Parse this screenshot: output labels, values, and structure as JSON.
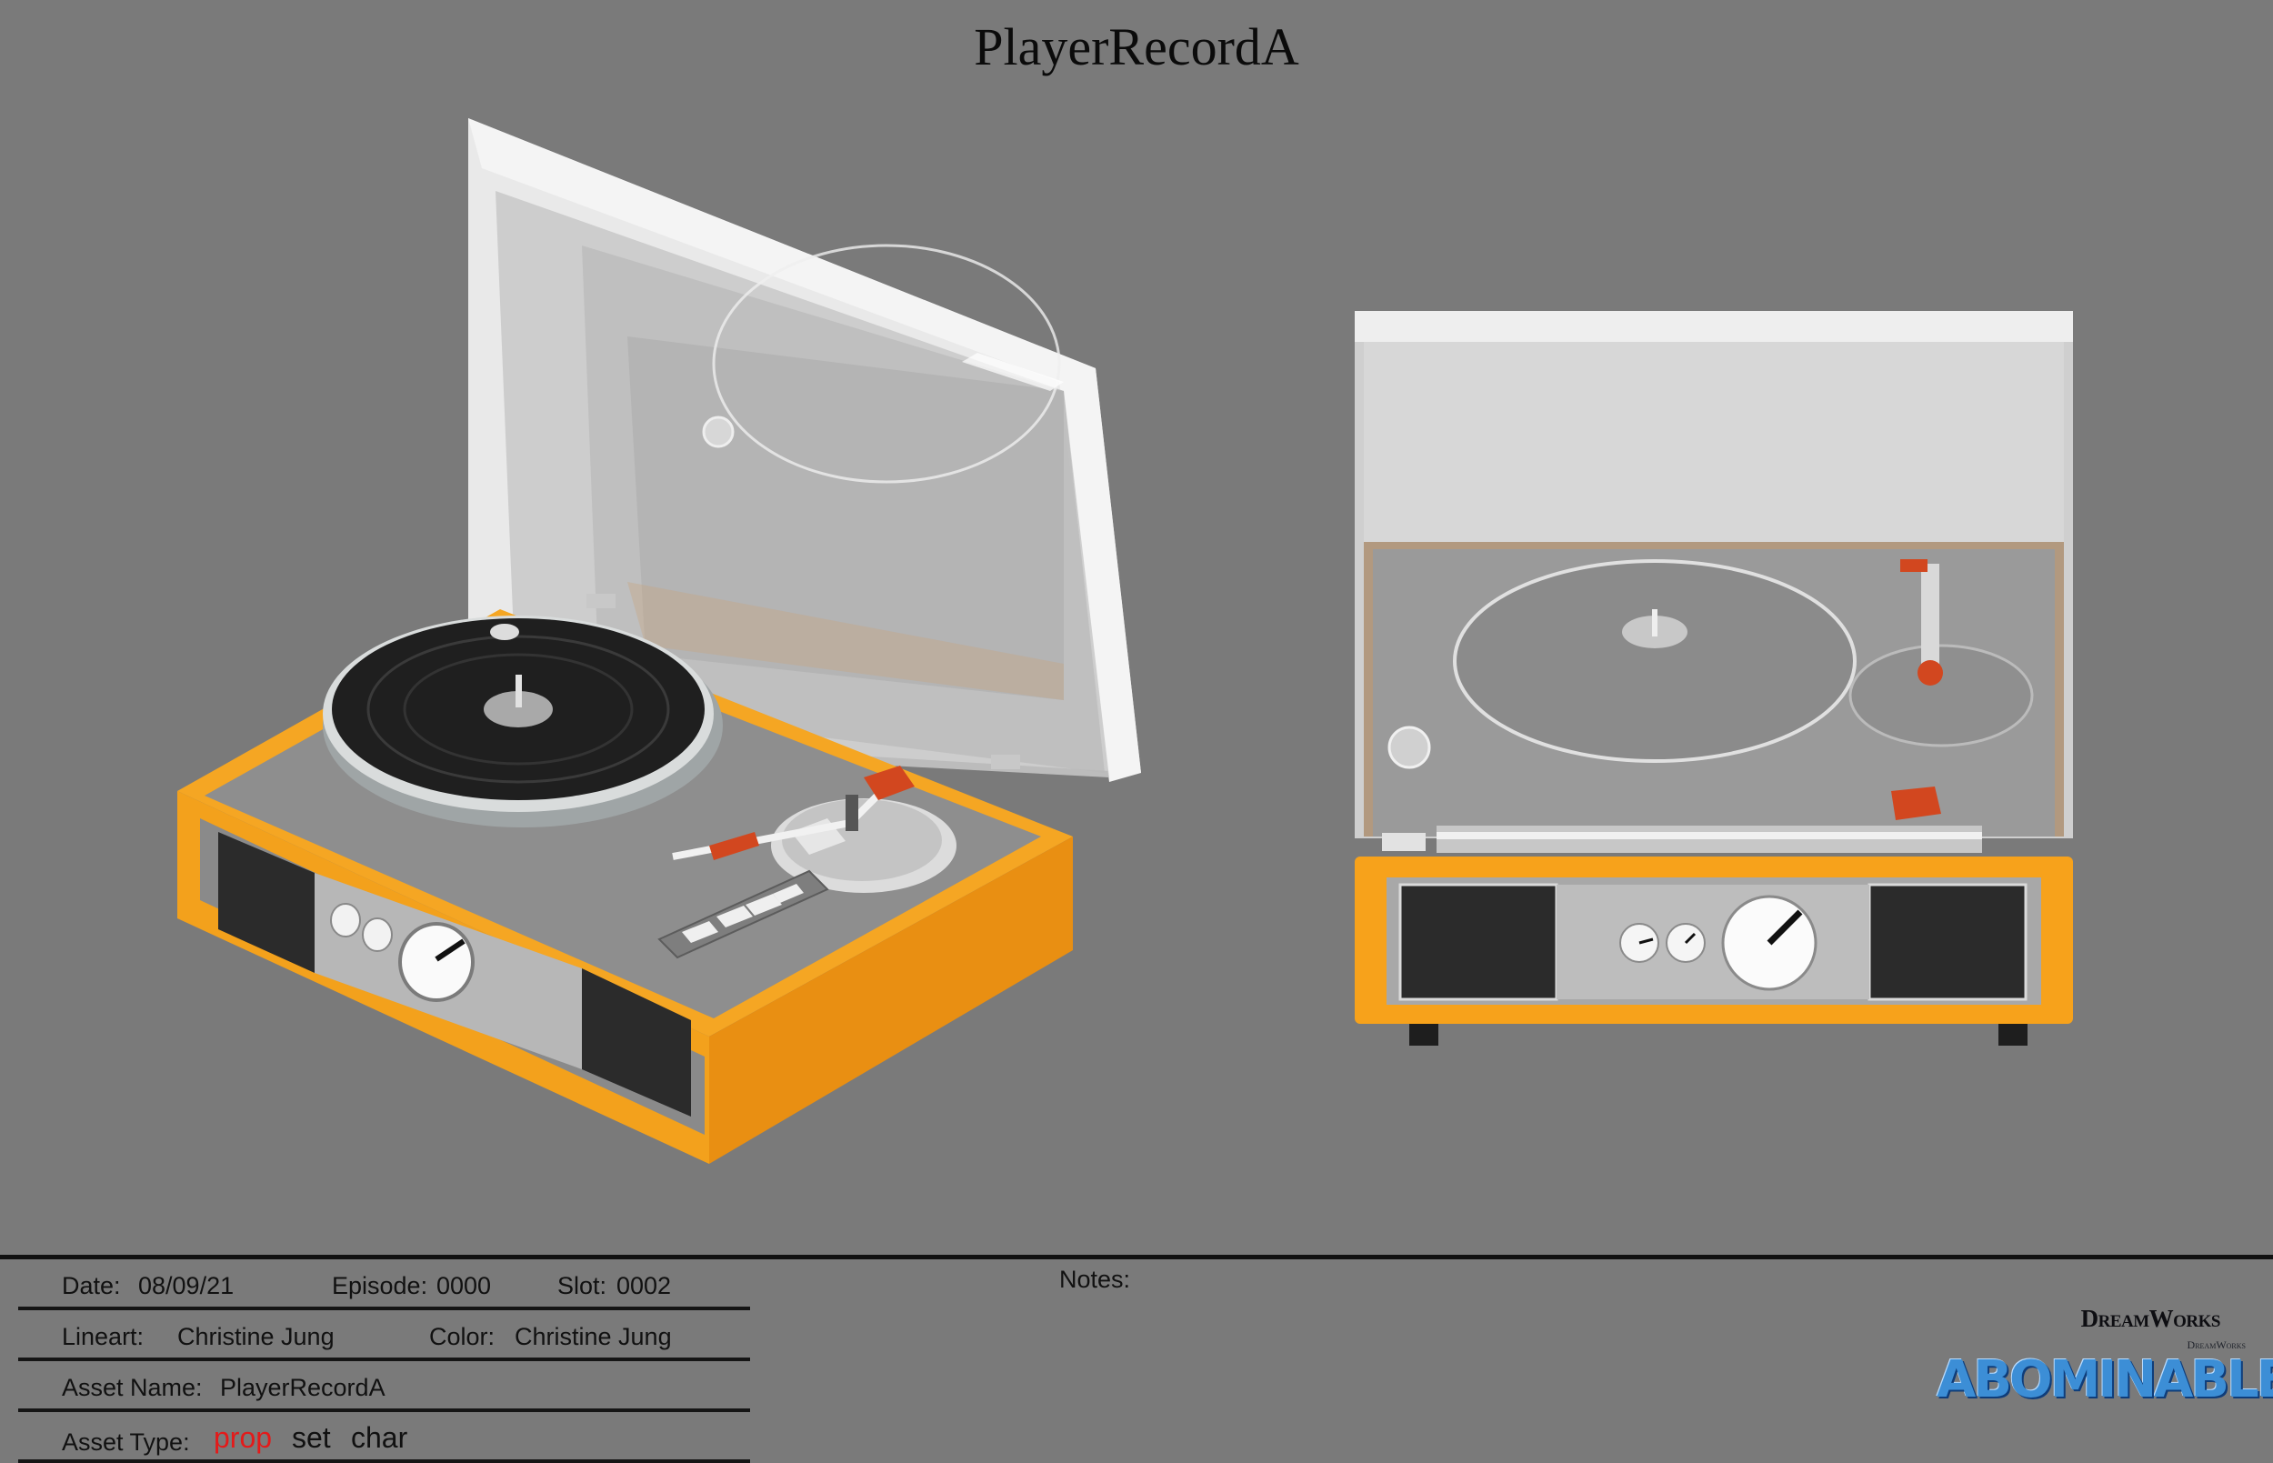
{
  "sheet": {
    "title": "PlayerRecordA",
    "views": [
      "three-quarter perspective view",
      "front view"
    ]
  },
  "info": {
    "date_label": "Date:",
    "date": "08/09/21",
    "episode_label": "Episode:",
    "episode": "0000",
    "slot_label": "Slot:",
    "slot": "0002",
    "lineart_label": "Lineart:",
    "lineart": "Christine Jung",
    "color_label": "Color:",
    "color": "Christine Jung",
    "asset_name_label": "Asset Name:",
    "asset_name": "PlayerRecordA",
    "asset_type_label": "Asset Type:",
    "asset_types": [
      "prop",
      "set",
      "char"
    ],
    "selected_type": "prop"
  },
  "notes": {
    "label": "Notes:",
    "text": ""
  },
  "logo": {
    "studio": "DreamWorks",
    "studio_small": "DreamWorks",
    "film": "ABOMINABLE"
  },
  "colors": {
    "background": "#7a7a7a",
    "case_orange": "#f7a21b",
    "deck_gray": "#8a8a8a",
    "platter_black": "#1f1f1f",
    "tonearm_red": "#d2471f",
    "lid_white": "#e6e6e6",
    "speaker_grille": "#2b2b2b",
    "selected_type_red": "#e41a1a",
    "logo_blue": "#3c8ed6"
  }
}
